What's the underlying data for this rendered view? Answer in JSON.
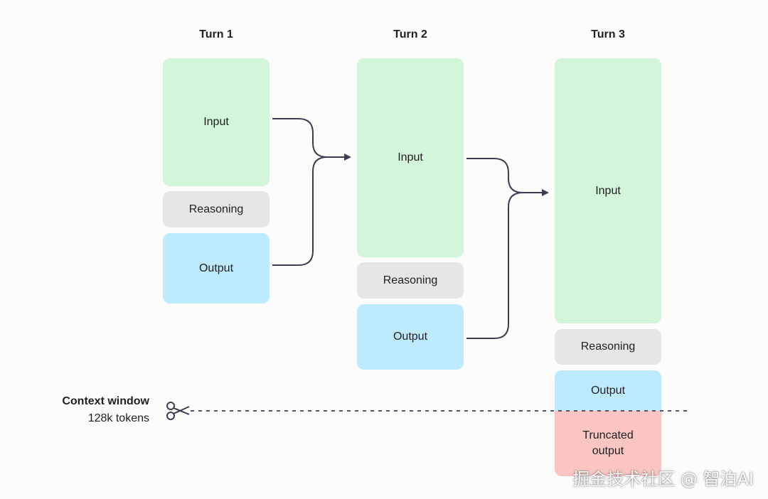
{
  "turns": [
    {
      "title": "Turn 1",
      "input": "Input",
      "reasoning": "Reasoning",
      "output": "Output"
    },
    {
      "title": "Turn 2",
      "input": "Input",
      "reasoning": "Reasoning",
      "output": "Output"
    },
    {
      "title": "Turn 3",
      "input": "Input",
      "reasoning": "Reasoning",
      "output": "Output",
      "truncated": "Truncated\noutput"
    }
  ],
  "context_window": {
    "title": "Context window",
    "tokens": "128k tokens",
    "icon": "scissors-icon"
  },
  "watermark": "掘金技术社区 @ 智泊AI",
  "colors": {
    "input": "#d3f5d9",
    "reasoning": "#e6e6e6",
    "output": "#bdeaff",
    "truncated": "#fac5c3",
    "connector": "#3d3d4f"
  }
}
